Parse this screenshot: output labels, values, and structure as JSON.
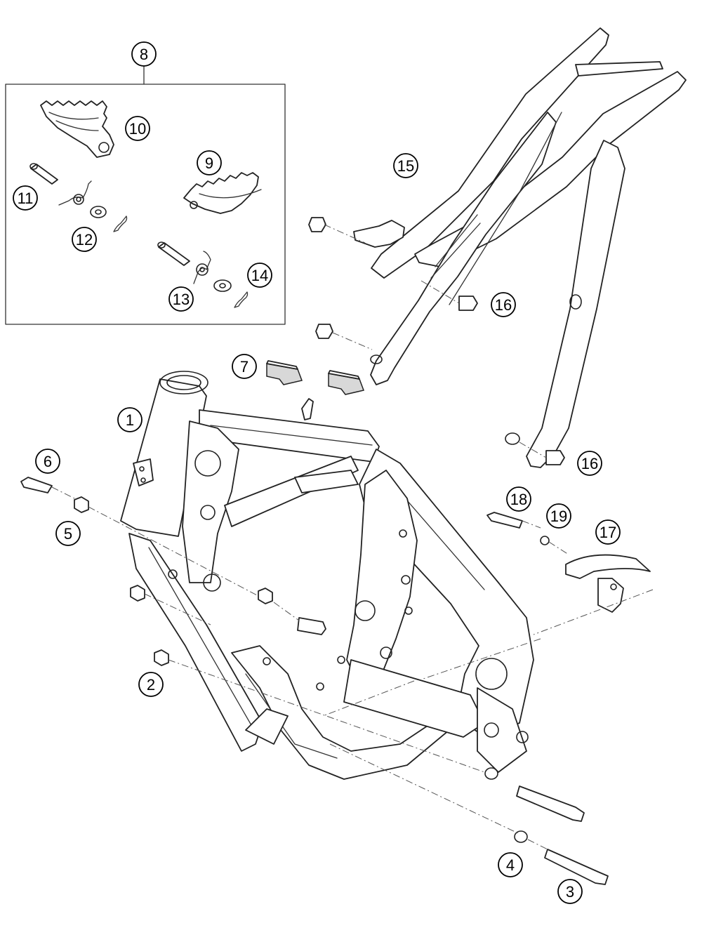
{
  "callouts": [
    {
      "id": "1",
      "label": "1"
    },
    {
      "id": "2",
      "label": "2"
    },
    {
      "id": "3",
      "label": "3"
    },
    {
      "id": "4",
      "label": "4"
    },
    {
      "id": "5",
      "label": "5"
    },
    {
      "id": "6",
      "label": "6"
    },
    {
      "id": "7",
      "label": "7"
    },
    {
      "id": "8",
      "label": "8"
    },
    {
      "id": "9",
      "label": "9"
    },
    {
      "id": "10",
      "label": "10"
    },
    {
      "id": "11",
      "label": "11"
    },
    {
      "id": "12",
      "label": "12"
    },
    {
      "id": "13",
      "label": "13"
    },
    {
      "id": "14",
      "label": "14"
    },
    {
      "id": "15",
      "label": "15"
    },
    {
      "id": "16a",
      "label": "16"
    },
    {
      "id": "16b",
      "label": "16"
    },
    {
      "id": "17",
      "label": "17"
    },
    {
      "id": "18",
      "label": "18"
    },
    {
      "id": "19",
      "label": "19"
    }
  ],
  "colors": {
    "line": "#222222",
    "background": "#ffffff",
    "fill": "#d8d8d8"
  }
}
